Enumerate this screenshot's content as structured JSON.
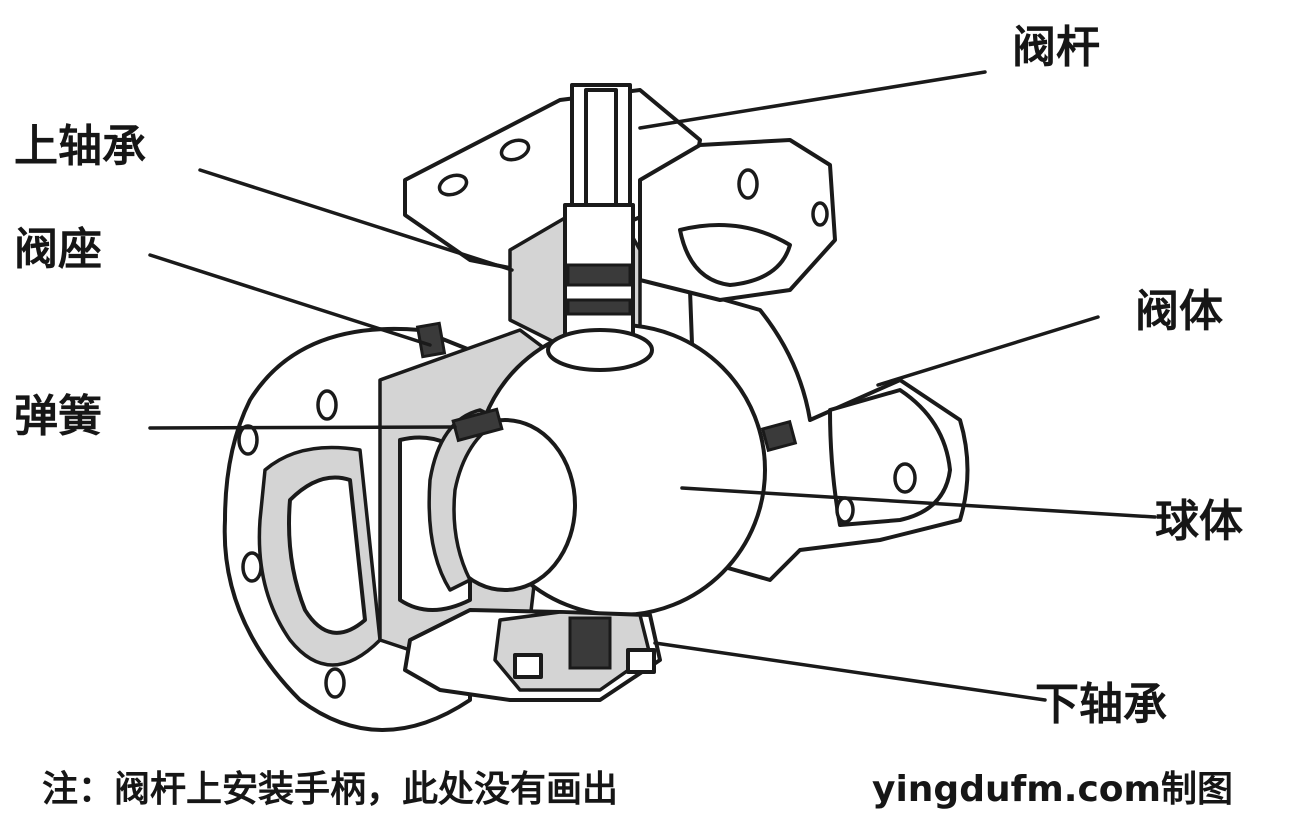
{
  "labels": {
    "stem": "阀杆",
    "upper_bearing": "上轴承",
    "seat": "阀座",
    "spring": "弹簧",
    "body": "阀体",
    "ball": "球体",
    "lower_bearing": "下轴承"
  },
  "footer": {
    "note": "注：阀杆上安装手柄，此处没有画出",
    "credit": "yingdufm.com制图"
  }
}
